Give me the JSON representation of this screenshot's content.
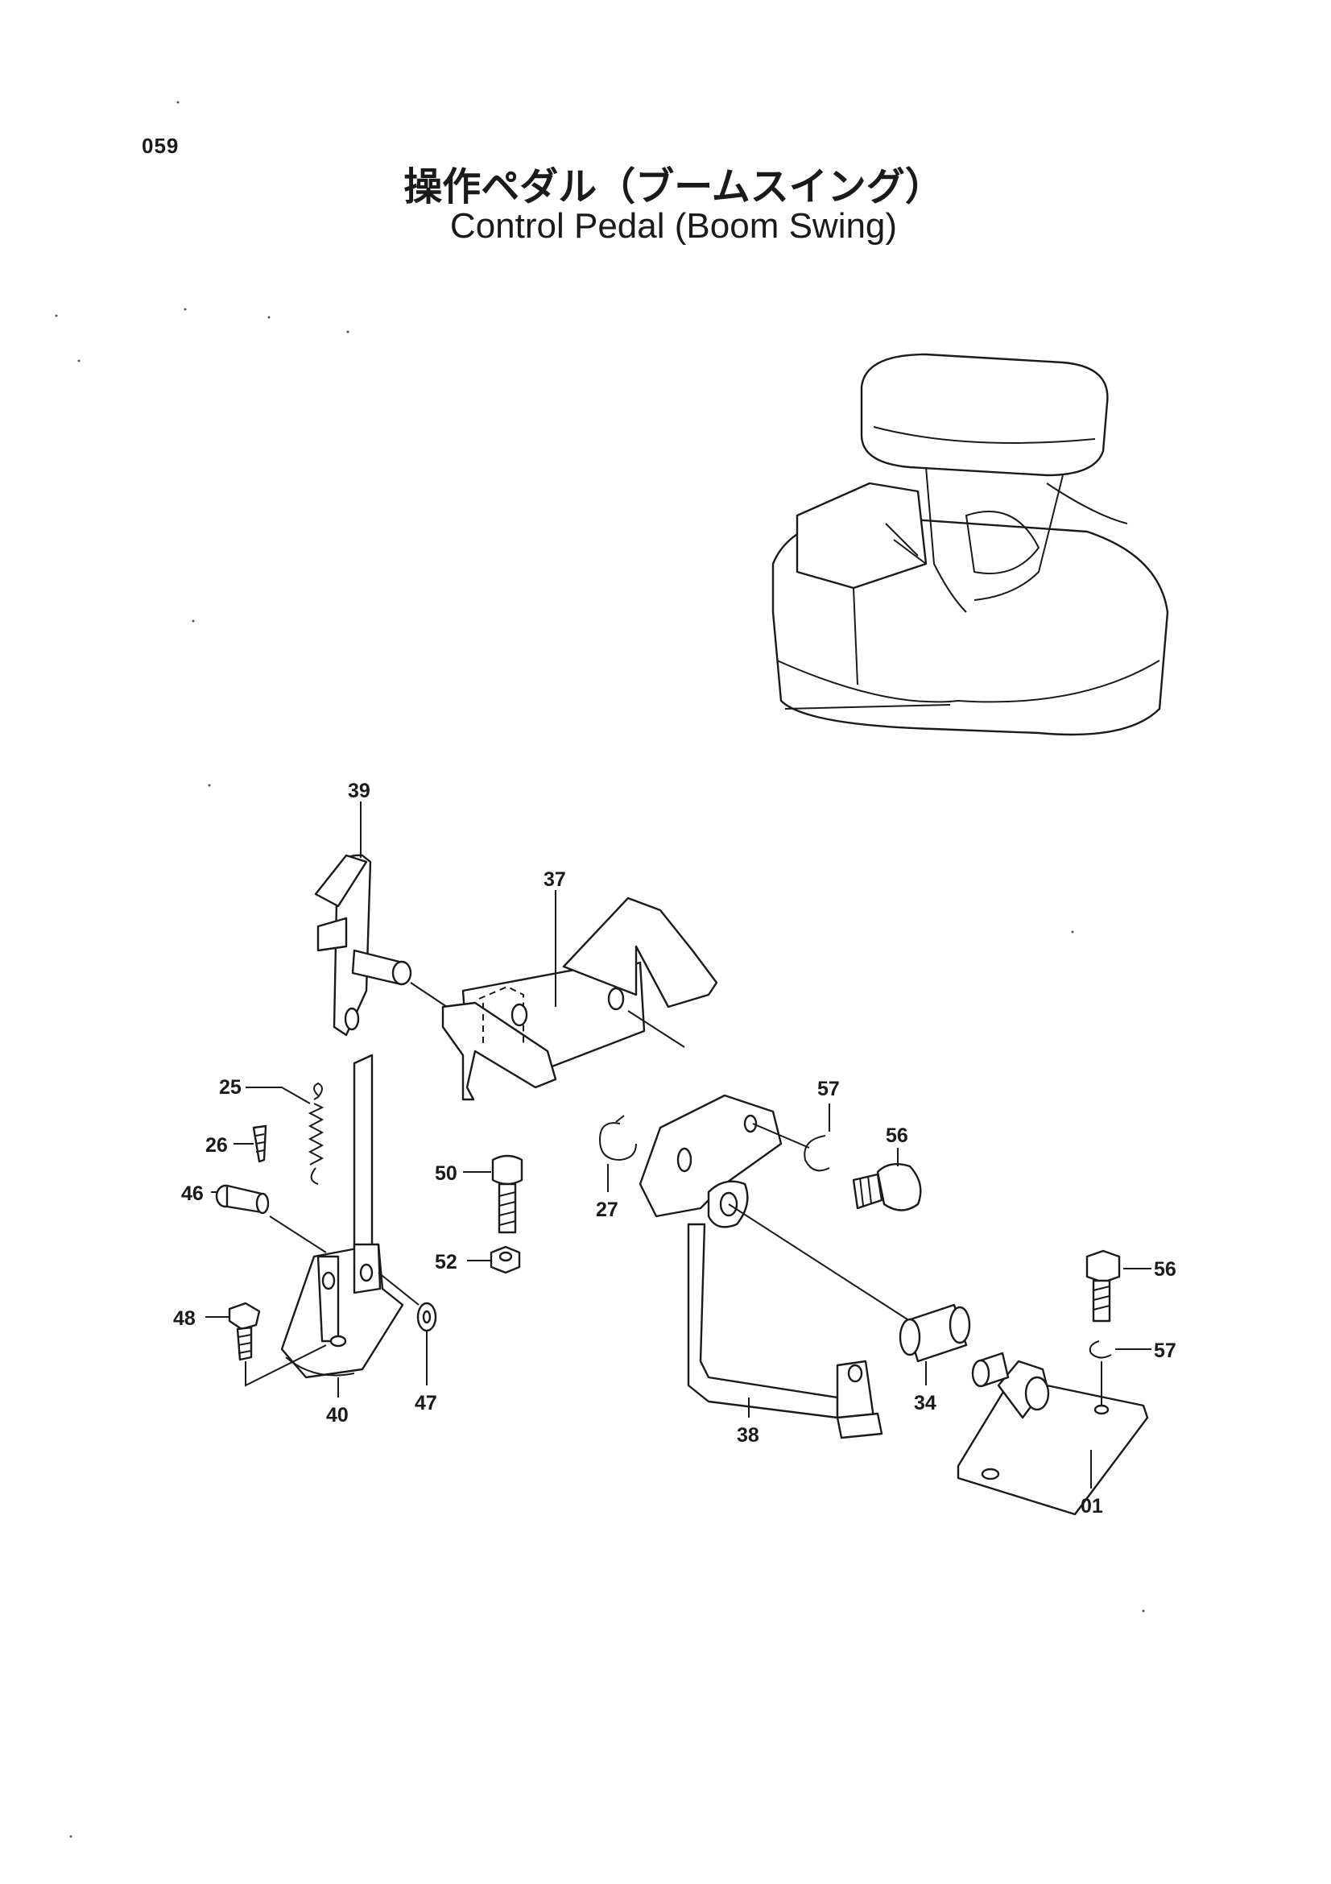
{
  "page_number": "059",
  "title_jp": "操作ペダル（ブームスイング）",
  "title_en": "Control Pedal (Boom Swing)",
  "callouts": [
    {
      "id": "c39",
      "label": "39"
    },
    {
      "id": "c37",
      "label": "37"
    },
    {
      "id": "c25",
      "label": "25"
    },
    {
      "id": "c26",
      "label": "26"
    },
    {
      "id": "c46",
      "label": "46"
    },
    {
      "id": "c48",
      "label": "48"
    },
    {
      "id": "c40",
      "label": "40"
    },
    {
      "id": "c47",
      "label": "47"
    },
    {
      "id": "c50",
      "label": "50"
    },
    {
      "id": "c52",
      "label": "52"
    },
    {
      "id": "c27",
      "label": "27"
    },
    {
      "id": "c57a",
      "label": "57"
    },
    {
      "id": "c56a",
      "label": "56"
    },
    {
      "id": "c38",
      "label": "38"
    },
    {
      "id": "c34",
      "label": "34"
    },
    {
      "id": "c56b",
      "label": "56"
    },
    {
      "id": "c57b",
      "label": "57"
    },
    {
      "id": "c01",
      "label": "01"
    }
  ]
}
